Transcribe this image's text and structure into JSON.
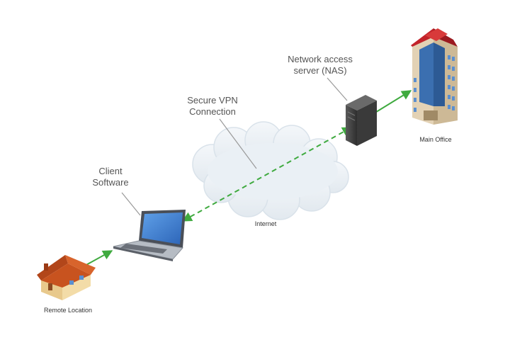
{
  "diagram": {
    "labels": {
      "nas_line1": "Network access",
      "nas_line2": "server (NAS)",
      "vpn_line1": "Secure VPN",
      "vpn_line2": "Connection",
      "client_line1": "Client",
      "client_line2": "Software",
      "internet": "Internet",
      "main_office": "Main Office",
      "remote_location": "Remote Location"
    },
    "colors": {
      "link": "#3faa3f",
      "callout": "#9a9a9a",
      "cloud": "#eef3f7",
      "cloud_edge": "#d9e2ea",
      "roof": "#c8531f",
      "house_wall": "#f3dca8",
      "building_roof": "#c2232a",
      "building_glass": "#3b6fb0",
      "building_stone": "#e3d2b5",
      "server": "#4a4a4a",
      "laptop_screen": "#3c7ed2"
    },
    "icons": [
      "house-icon",
      "laptop-icon",
      "cloud-icon",
      "server-icon",
      "office-building-icon"
    ]
  }
}
